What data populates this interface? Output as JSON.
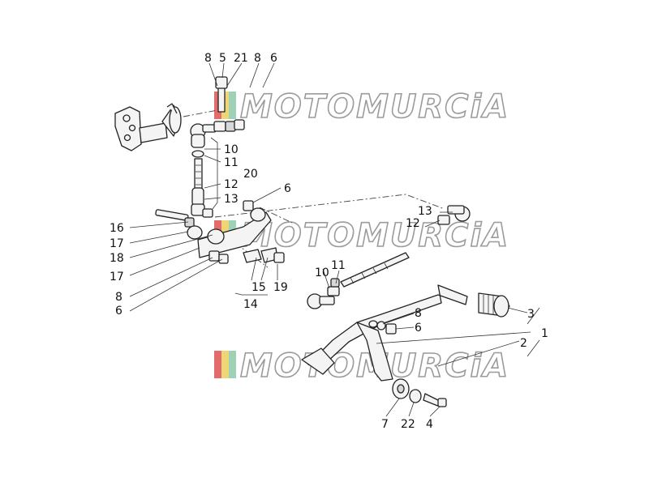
{
  "watermark": {
    "text": "MOTOMURCiA",
    "colors": [
      "#d93a3a",
      "#e8c84a",
      "#7fc29b"
    ]
  },
  "callouts": {
    "c8a": "8",
    "c5": "5",
    "c21": "21",
    "c8b": "8",
    "c6a": "6",
    "c10a": "10",
    "c11a": "11",
    "c20": "20",
    "c12a": "12",
    "c13a": "13",
    "c6b": "6",
    "c16": "16",
    "c17a": "17",
    "c18": "18",
    "c17b": "17",
    "c8c": "8",
    "c6c": "6",
    "c15": "15",
    "c19": "19",
    "c14": "14",
    "c13b": "13",
    "c12b": "12",
    "c10b": "10",
    "c11b": "11",
    "c3": "3",
    "c8d": "8",
    "c6d": "6",
    "c1": "1",
    "c2": "2",
    "c7": "7",
    "c22": "22",
    "c4": "4"
  }
}
